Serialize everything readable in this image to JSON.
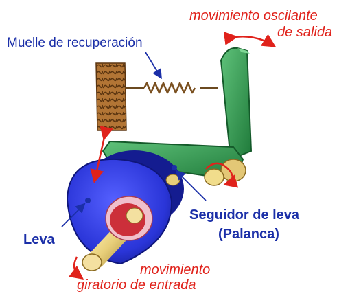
{
  "labels": {
    "output_motion_line1": "movimiento oscilante",
    "output_motion_line2": "de salida",
    "spring": "Muelle de recuperación",
    "follower_line1": "Seguidor de leva",
    "follower_line2": "(Palanca)",
    "cam": "Leva",
    "input_motion_line1": "movimiento",
    "input_motion_line2": "giratorio de entrada"
  },
  "colors": {
    "cam": "#2e3be0",
    "lever": "#2f9a4e",
    "wall": "#a0682a",
    "shaft": "#e8cf7a",
    "hub": "#cc2f3a",
    "arrow": "#e0221b",
    "blue_text": "#1b2fa8"
  }
}
